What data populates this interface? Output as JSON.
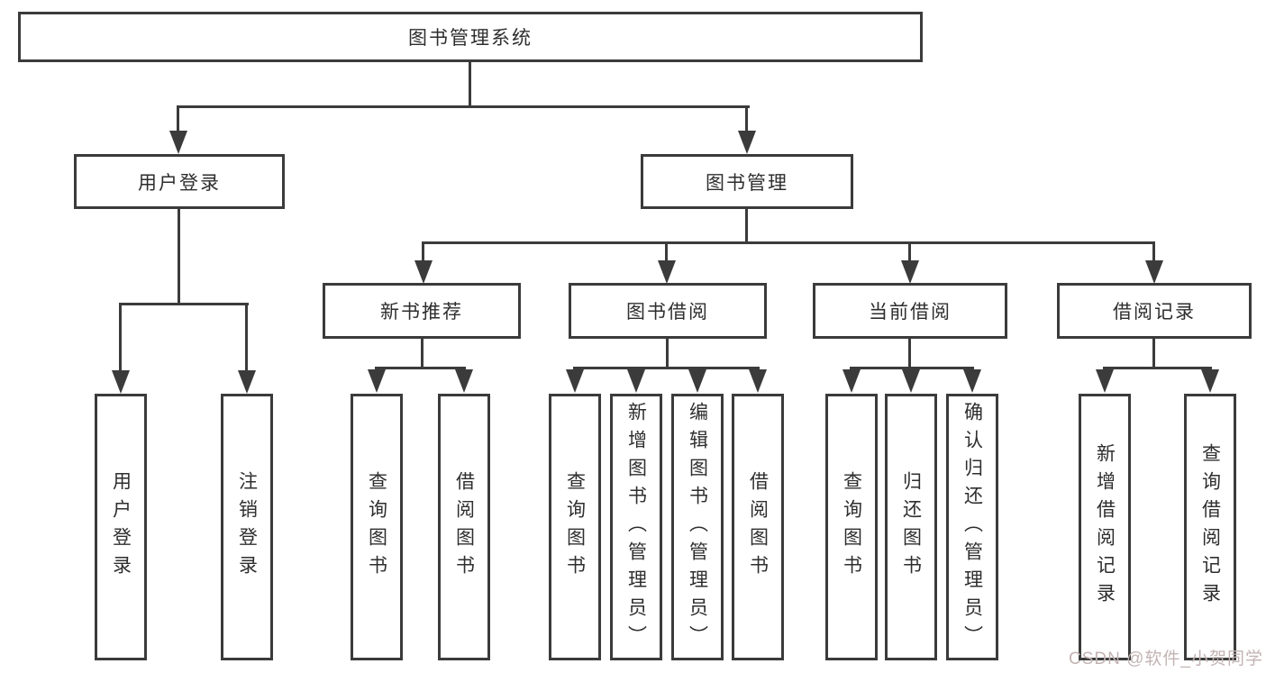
{
  "title": "图书管理系统",
  "tree": {
    "root": {
      "label": "图书管理系统"
    },
    "branches": [
      {
        "label": "用户登录",
        "children": [
          {
            "label": "用户登录"
          },
          {
            "label": "注销登录"
          }
        ]
      },
      {
        "label": "图书管理",
        "children": [
          {
            "label": "新书推荐",
            "children": [
              {
                "label": "查询图书"
              },
              {
                "label": "借阅图书"
              }
            ]
          },
          {
            "label": "图书借阅",
            "children": [
              {
                "label": "查询图书"
              },
              {
                "label": "新增图书（管理员）"
              },
              {
                "label": "编辑图书（管理员）"
              },
              {
                "label": "借阅图书"
              }
            ]
          },
          {
            "label": "当前借阅",
            "children": [
              {
                "label": "查询图书"
              },
              {
                "label": "归还图书"
              },
              {
                "label": "确认归还（管理员）"
              }
            ]
          },
          {
            "label": "借阅记录",
            "children": [
              {
                "label": "新增借阅记录"
              },
              {
                "label": "查询借阅记录"
              }
            ]
          }
        ]
      }
    ]
  },
  "watermark": {
    "text": "CSDN @软件_小贺同学",
    "color": "#c3b3b3"
  },
  "colors": {
    "line": "#3b3b3b",
    "text": "#2e2e2e",
    "background": "#ffffff"
  }
}
